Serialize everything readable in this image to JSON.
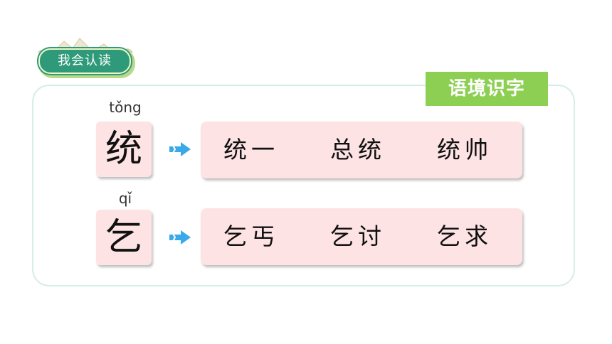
{
  "badge": {
    "label": "我会认读"
  },
  "context_tag": {
    "label": "语境识字"
  },
  "rows": [
    {
      "pinyin": "tǒng",
      "char": "统",
      "words": [
        "统一",
        "总统",
        "统帅"
      ]
    },
    {
      "pinyin": "qǐ",
      "char": "乞",
      "words": [
        "乞丐",
        "乞讨",
        "乞求"
      ]
    }
  ],
  "colors": {
    "badge_bg": "#2f9a79",
    "tag_bg": "#8ccf53",
    "card_bg": "#fde3e3",
    "panel_border": "#d6eee4",
    "arrow": "#3aa9e8"
  },
  "icons": {
    "arrow": "arrow-right-icon",
    "decoration": "mountain-cloud-decoration-icon"
  }
}
